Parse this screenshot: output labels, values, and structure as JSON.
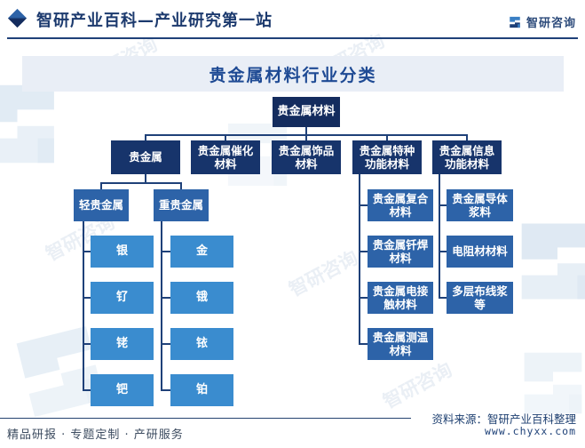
{
  "header": {
    "title": "智研产业百科—产业研究第一站",
    "brand": "智研咨询"
  },
  "diagram": {
    "title": "贵金属材料行业分类",
    "root": "贵金属材料",
    "level2": [
      "贵金属",
      "贵金属催化材料",
      "贵金属饰品材料",
      "贵金属特种功能材料",
      "贵金属信息功能材料"
    ],
    "light": {
      "label": "轻贵金属",
      "items": [
        "银",
        "钌",
        "铑",
        "钯"
      ]
    },
    "heavy": {
      "label": "重贵金属",
      "items": [
        "金",
        "锇",
        "铱",
        "铂"
      ]
    },
    "special": [
      "贵金属复合材料",
      "贵金属钎焊材料",
      "贵金属电接触材料",
      "贵金属测温材料"
    ],
    "info": [
      "贵金属导体浆料",
      "电阻材材料",
      "多层布线浆等"
    ]
  },
  "footer": {
    "services": "精品研报 · 专题定制 · 产研服务",
    "source": "资料来源：智研产业百科整理",
    "website": "www.chyxx.com"
  },
  "watermark": {
    "text": "智研咨询"
  },
  "colors": {
    "navy-dark": "#142c5e",
    "navy": "#17346b",
    "blue-mid": "#2d63a8",
    "blue-light": "#3a8ccf",
    "line": "#1f4179",
    "title": "#1e4a94",
    "header-text": "#1c3a6e",
    "titlebar-bg": "#e9eef6"
  }
}
